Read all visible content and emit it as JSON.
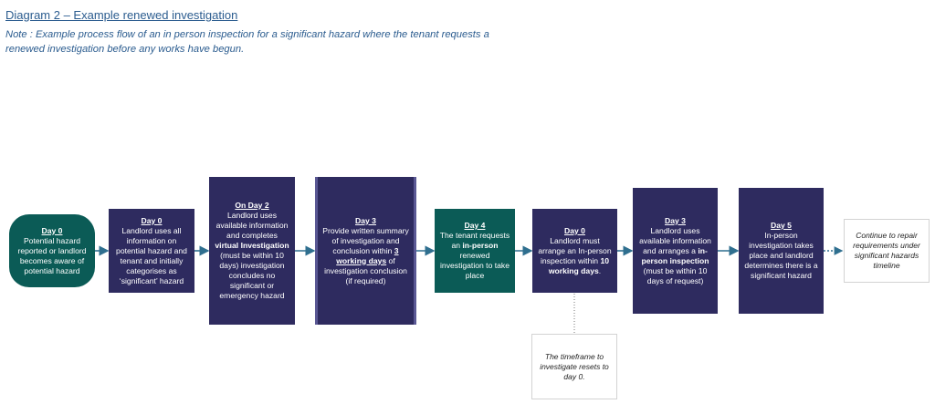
{
  "title": "Diagram 2 – Example renewed investigation",
  "note": "Note : Example process flow of an in person inspection for a significant hazard where the tenant requests a renewed investigation before any works have begun.",
  "steps": [
    {
      "day": "Day 0",
      "text": "Potential hazard reported or landlord becomes aware of potential hazard"
    },
    {
      "day": "Day 0",
      "text": "Landlord uses all information on potential hazard and tenant and initially categorises as ‘significant’ hazard"
    },
    {
      "day": "On Day 2",
      "text_a": "Landlord uses available information and completes ",
      "bold_a": "virtual Investigation",
      "text_b": " (must be within 10 days) investigation concludes no significant or emergency hazard"
    },
    {
      "day": "Day 3",
      "text_a": "Provide written summary of investigation and conclusion within ",
      "bold_a": "3 working days",
      "text_b": " of investigation conclusion (if required)"
    },
    {
      "day": "Day 4",
      "text_a": "The tenant requests an ",
      "bold_a": "in-person",
      "text_b": " renewed investigation to take place"
    },
    {
      "day": "Day 0",
      "text_a": "Landlord must arrange an In-person inspection within ",
      "bold_a": "10 working days",
      "text_b": "."
    },
    {
      "day": "Day 3",
      "text_a": "Landlord uses available information and arranges a ",
      "bold_a": "in-person inspection",
      "text_b": " (must be within 10 days of request)"
    },
    {
      "day": "Day 5",
      "text": "In-person investigation takes place and landlord determines there is a significant hazard"
    }
  ],
  "continue_text": "Continue to repair requirements under significant hazards timeline",
  "reset_note": "The timeframe to investigate resets to day 0.",
  "colors": {
    "navy": "#2e2b5f",
    "teal": "#0b5b56",
    "heading": "#2b5c8f",
    "arrow": "#2f6f8f"
  }
}
